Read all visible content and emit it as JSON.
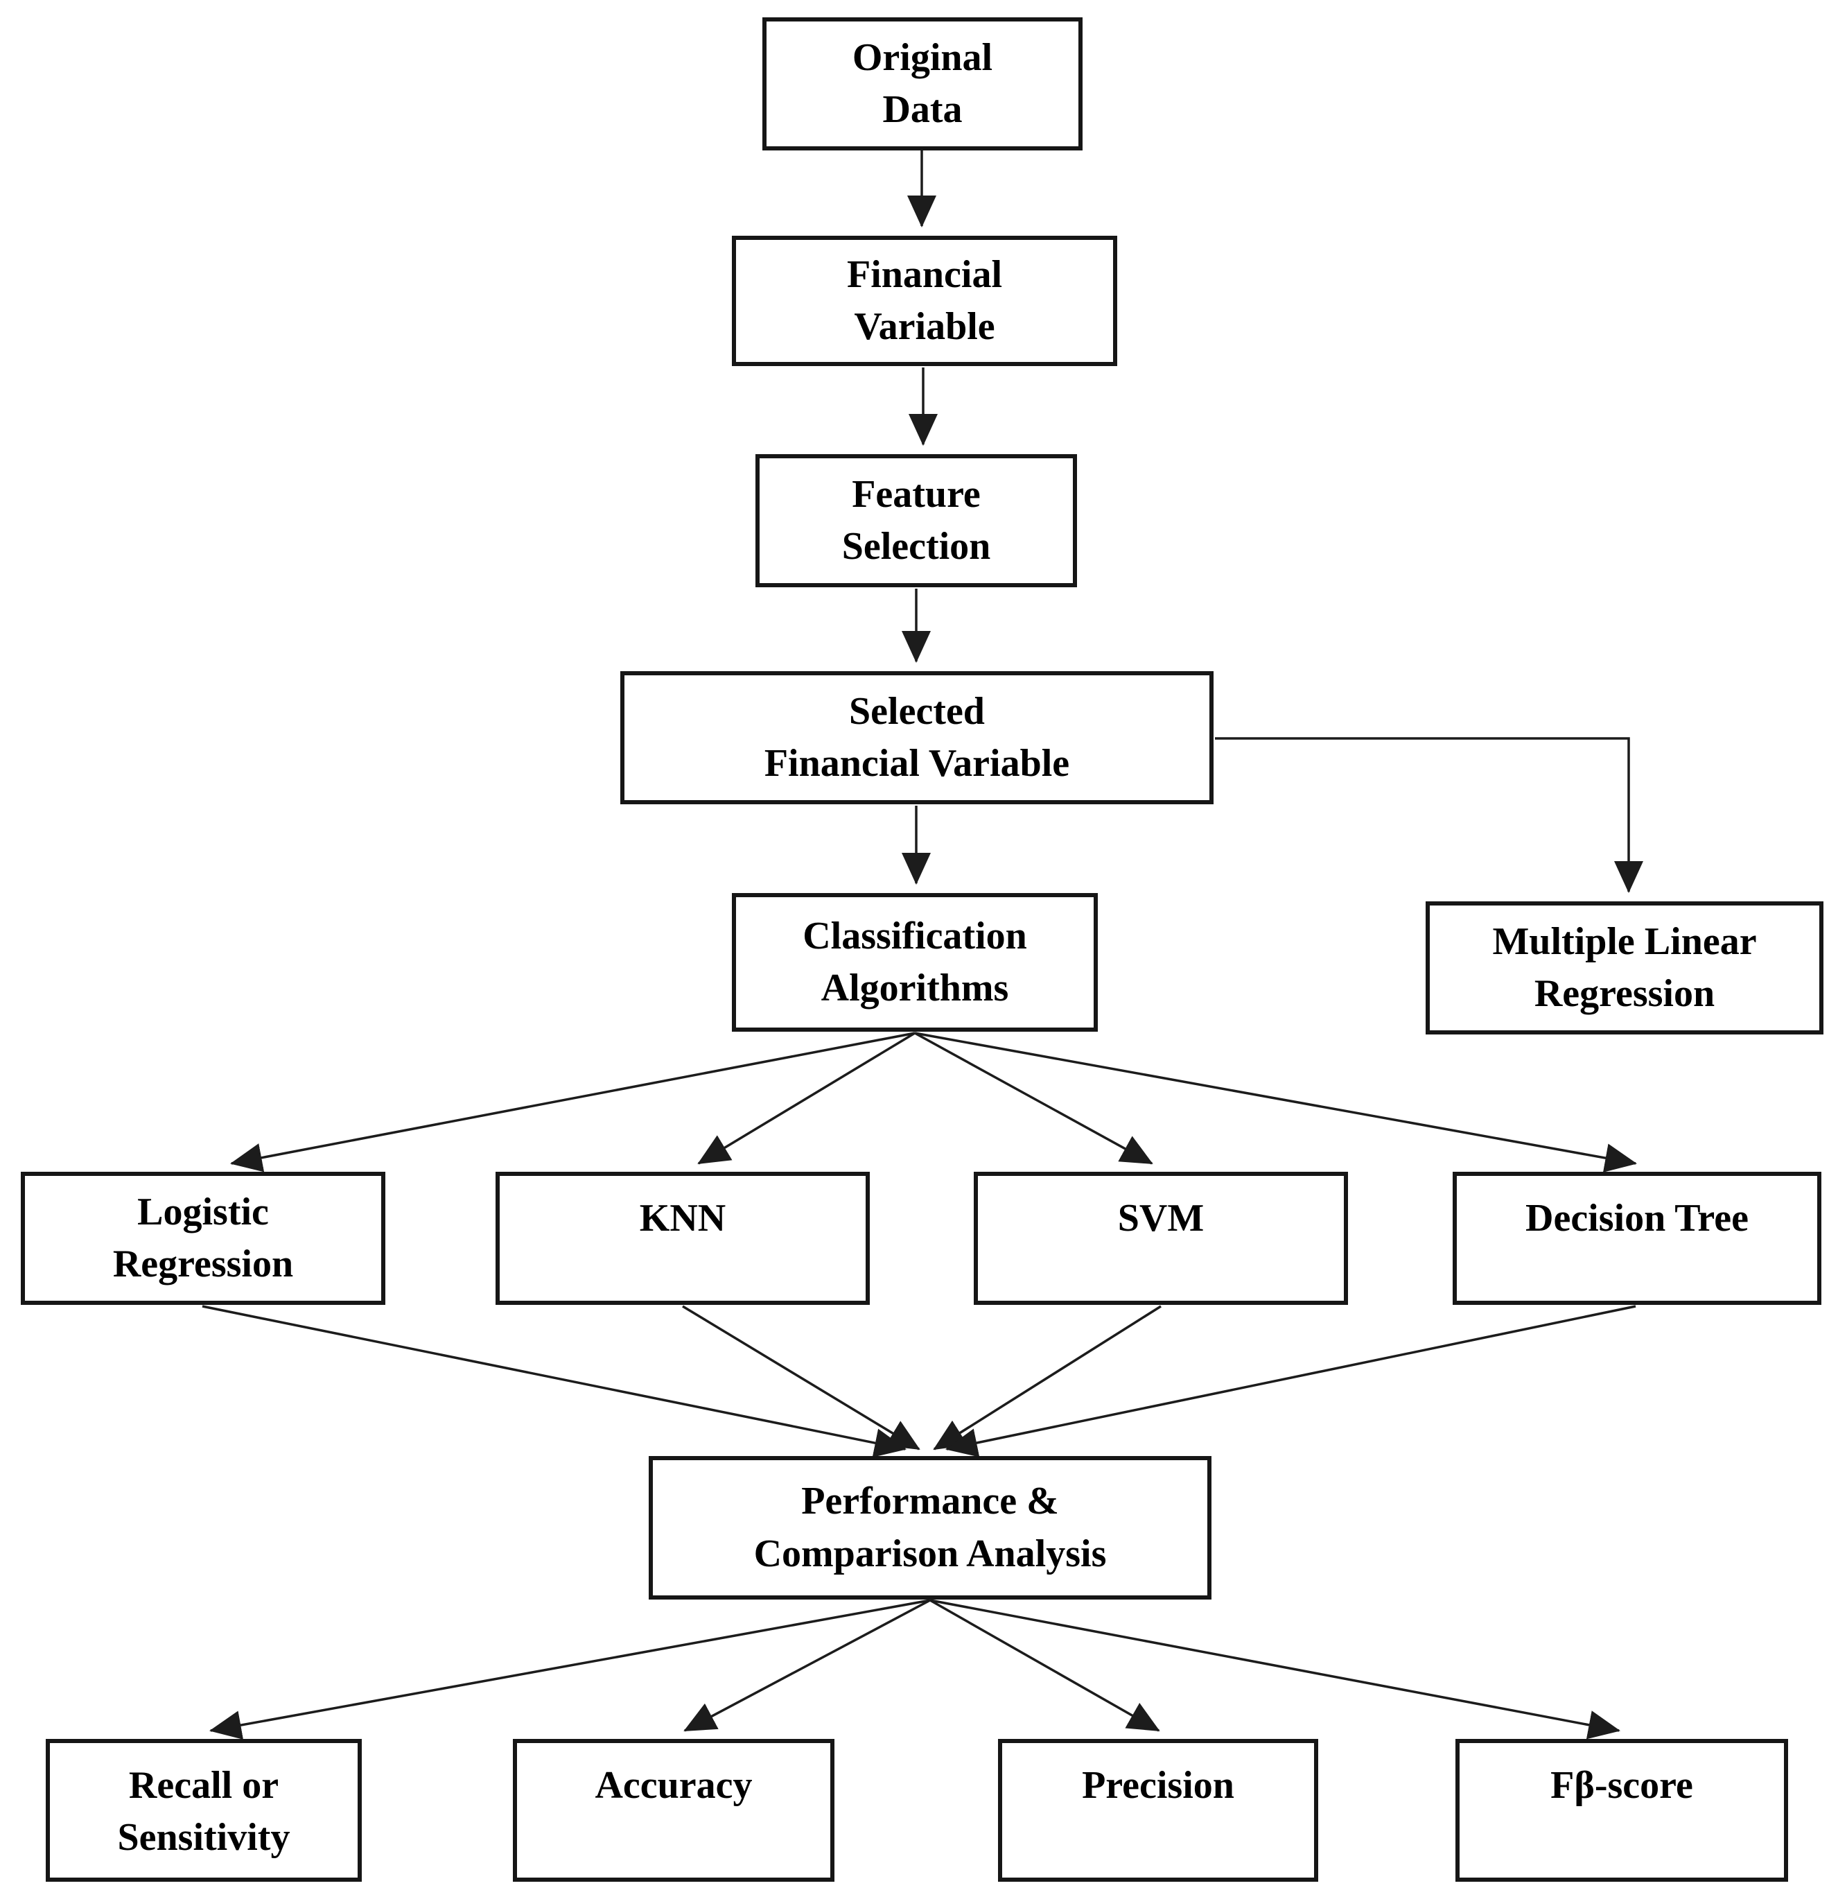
{
  "diagram": {
    "type": "flowchart",
    "background_color": "#ffffff",
    "box_border_color": "#161616",
    "line_color": "#1c1c1c",
    "text_color": "#000000",
    "nodes": {
      "original_data": {
        "label": "Original\nData"
      },
      "financial_variable": {
        "label": "Financial\nVariable"
      },
      "feature_selection": {
        "label": "Feature\nSelection"
      },
      "selected_financial_variable": {
        "label": "Selected\nFinancial Variable"
      },
      "classification_algorithms": {
        "label": "Classification\nAlgorithms"
      },
      "multiple_linear_regression": {
        "label": "Multiple Linear\nRegression"
      },
      "logistic_regression": {
        "label": "Logistic\nRegression"
      },
      "knn": {
        "label": "KNN"
      },
      "svm": {
        "label": "SVM"
      },
      "decision_tree": {
        "label": "Decision Tree"
      },
      "performance_comparison": {
        "label": "Performance &\nComparison Analysis"
      },
      "recall_sensitivity": {
        "label": "Recall or\nSensitivity"
      },
      "accuracy": {
        "label": "Accuracy"
      },
      "precision": {
        "label": "Precision"
      },
      "f_beta_score": {
        "label": "Fβ-score"
      }
    },
    "edges": [
      {
        "from": "Original Data",
        "to": "Financial Variable"
      },
      {
        "from": "Financial Variable",
        "to": "Feature Selection"
      },
      {
        "from": "Feature Selection",
        "to": "Selected Financial Variable"
      },
      {
        "from": "Selected Financial Variable",
        "to": "Classification Algorithms"
      },
      {
        "from": "Selected Financial Variable",
        "to": "Multiple Linear Regression"
      },
      {
        "from": "Classification Algorithms",
        "to": "Logistic Regression"
      },
      {
        "from": "Classification Algorithms",
        "to": "KNN"
      },
      {
        "from": "Classification Algorithms",
        "to": "SVM"
      },
      {
        "from": "Classification Algorithms",
        "to": "Decision Tree"
      },
      {
        "from": "Logistic Regression",
        "to": "Performance & Comparison Analysis"
      },
      {
        "from": "KNN",
        "to": "Performance & Comparison Analysis"
      },
      {
        "from": "SVM",
        "to": "Performance & Comparison Analysis"
      },
      {
        "from": "Decision Tree",
        "to": "Performance & Comparison Analysis"
      },
      {
        "from": "Performance & Comparison Analysis",
        "to": "Recall or Sensitivity"
      },
      {
        "from": "Performance & Comparison Analysis",
        "to": "Accuracy"
      },
      {
        "from": "Performance & Comparison Analysis",
        "to": "Precision"
      },
      {
        "from": "Performance & Comparison Analysis",
        "to": "Fβ-score"
      }
    ]
  }
}
